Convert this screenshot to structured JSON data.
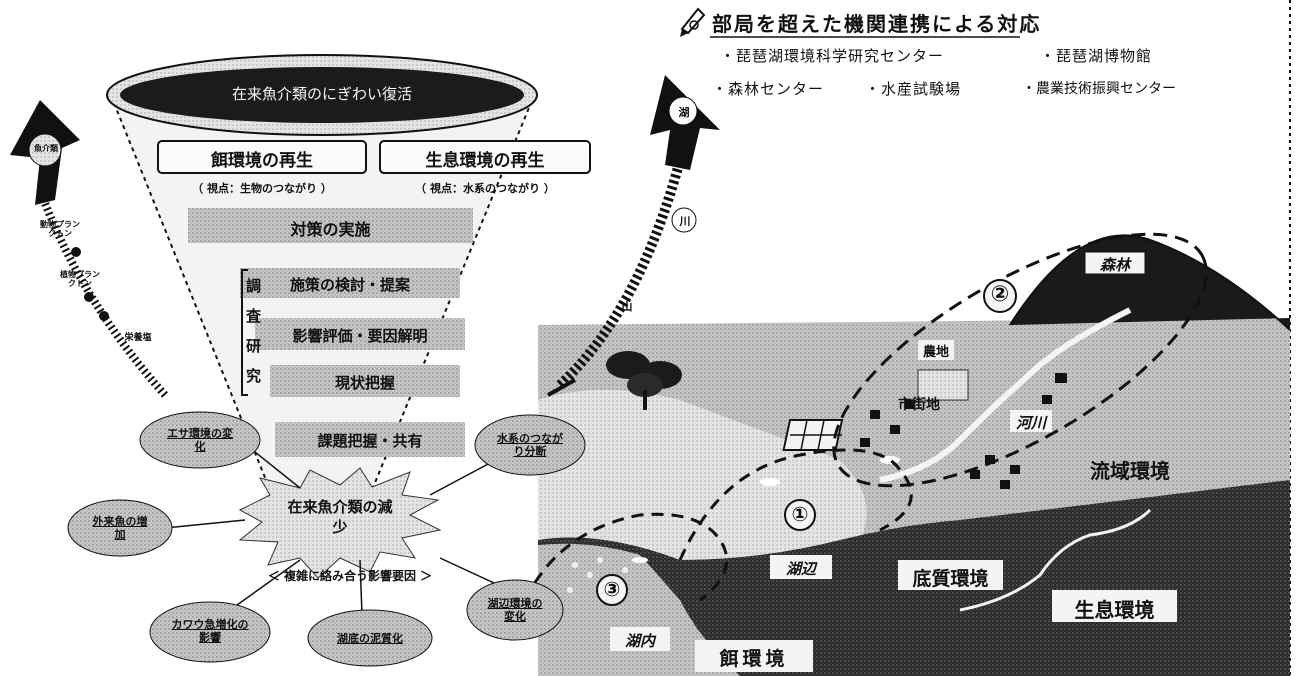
{
  "header": {
    "title": "部局を超えた機関連携による対応",
    "orgs_row1": [
      "・琵琶湖環境科学研究センター",
      "・琵琶湖博物館"
    ],
    "orgs_row2": [
      "・森林センター",
      "・水産試験場",
      "・農業技術振興センター"
    ]
  },
  "funnel": {
    "top_label": "在来魚介類のにぎわい復活",
    "box_left": "餌環境の再生",
    "box_left_note": "（ 視点：生物のつながり ）",
    "box_right": "生息環境の再生",
    "box_right_note": "（ 視点：水系のつながり ）",
    "step_implement": "対策の実施",
    "research_label": [
      "調",
      "査",
      "研",
      "究"
    ],
    "step_policy": "施策の検討・提案",
    "step_assess": "影響評価・要因解明",
    "step_status": "現状把握",
    "step_issue": "課題把握・共有"
  },
  "food_chain": {
    "top": "魚介類",
    "mid1": "動物プランクトン",
    "mid2": "植物プランクトン",
    "bottom": "栄養塩"
  },
  "water_chain": {
    "top": "湖",
    "mid": "川",
    "bottom": "山"
  },
  "decline": {
    "center": "在来魚介類の減少",
    "caption": "＜ 複雑に絡み合う影響要因 ＞",
    "factors": {
      "food_env": "エサ環境の変化",
      "water_link": "水系のつながり分断",
      "alien_fish": "外来魚の増加",
      "lake_shore": "湖辺環境の変化",
      "bird": "カワウ急増化の影響",
      "bottom": "湖底の泥質化"
    }
  },
  "map": {
    "forest": "森林",
    "farmland": "農地",
    "urban": "市街地",
    "river": "河川",
    "basin_env": "流域環境",
    "lakeside": "湖辺",
    "sediment_env": "底質環境",
    "habitat_env": "生息環境",
    "lake_inner": "湖内",
    "food_env": "餌環境",
    "zone1": "①",
    "zone2": "②",
    "zone3": "③"
  },
  "colors": {
    "dark": "#111111",
    "grey": "#bcbcbc",
    "mid_grey": "#8c8c8c",
    "light_grey": "#d8d8d8"
  }
}
